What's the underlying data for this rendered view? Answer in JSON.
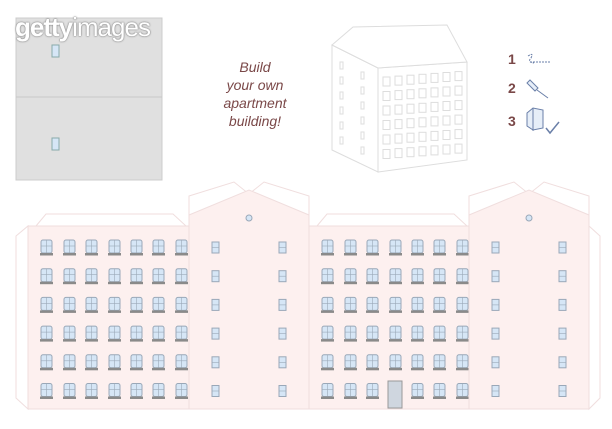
{
  "watermark": {
    "brand_bold": "getty",
    "brand_light": "images"
  },
  "headline": [
    "Build",
    "your own",
    "apartment",
    "building!"
  ],
  "steps": [
    {
      "number": "1",
      "icon": "scissors-icon"
    },
    {
      "number": "2",
      "icon": "glue-tube-icon"
    },
    {
      "number": "3",
      "icon": "finished-house-check-icon"
    }
  ],
  "colors": {
    "facade": "#fdf0ef",
    "roof": "#e0e0e0",
    "window": "#d6e6f6",
    "sill": "#8a8a8a",
    "text": "#7a4848",
    "outline": "#e8d8d8"
  },
  "net": {
    "window_rows": 6,
    "front_window_columns": 7,
    "side_window_columns": 2
  }
}
